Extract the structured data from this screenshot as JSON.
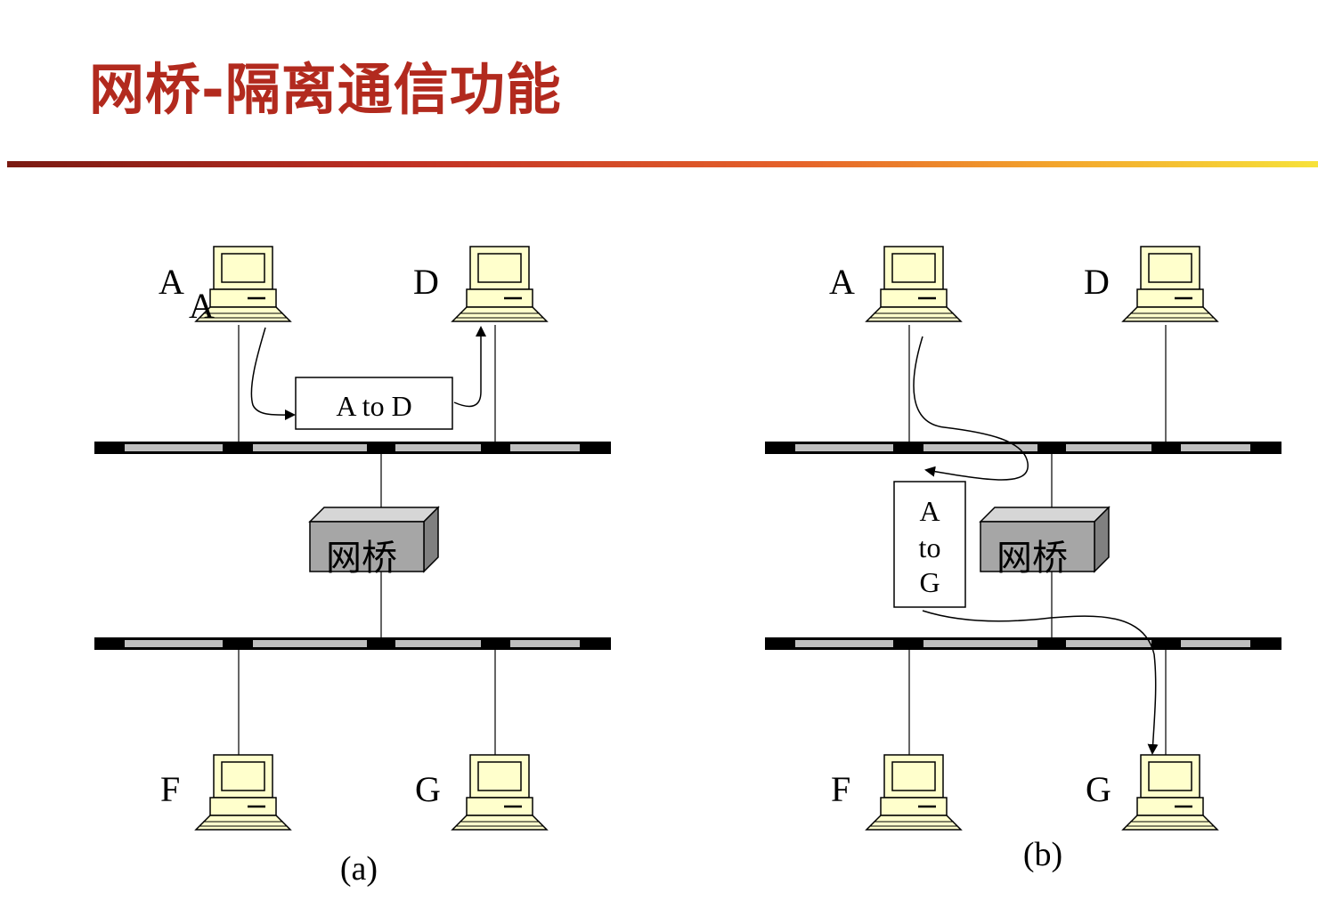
{
  "slide": {
    "title": "网桥-隔离通信功能"
  },
  "panel_a": {
    "caption": "(a)",
    "hosts": {
      "A": "A",
      "A_overlap": "A",
      "D": "D",
      "F": "F",
      "G": "G"
    },
    "bridge_label": "网桥",
    "frame_label": "A to D"
  },
  "panel_b": {
    "caption": "(b)",
    "hosts": {
      "A": "A",
      "D": "D",
      "F": "F",
      "G": "G"
    },
    "bridge_label": "网桥",
    "frame_lines": [
      "A",
      "to",
      "G"
    ]
  },
  "colors": {
    "title": "#b22a1e",
    "monitor_fill": "#ffffcc",
    "bridge_fill": "#a6a6a6",
    "segment_gray": "#bfbfbf",
    "segment_black": "#000000"
  },
  "icons": [
    "computer-icon",
    "bridge-box-icon",
    "arrow-icon"
  ]
}
